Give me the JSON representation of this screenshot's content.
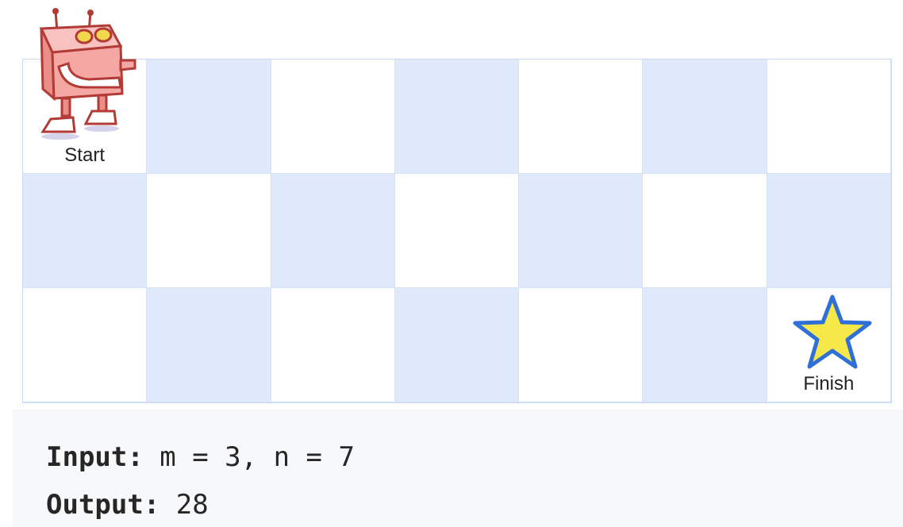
{
  "grid": {
    "rows": 3,
    "cols": 7,
    "start_label": "Start",
    "finish_label": "Finish"
  },
  "icons": {
    "start": "robot-icon",
    "finish": "star-icon"
  },
  "colors": {
    "cell_light": "#ffffff",
    "cell_blue": "#e0e9fa",
    "robot_body": "#f4a7a3",
    "robot_outline": "#b23b36",
    "star_fill": "#f7e84a",
    "star_outline": "#2f6fd8",
    "io_background": "#f7f8fa"
  },
  "example": {
    "input_label": "Input:",
    "input_value": " m = 3, n = 7",
    "output_label": "Output:",
    "output_value": " 28"
  }
}
